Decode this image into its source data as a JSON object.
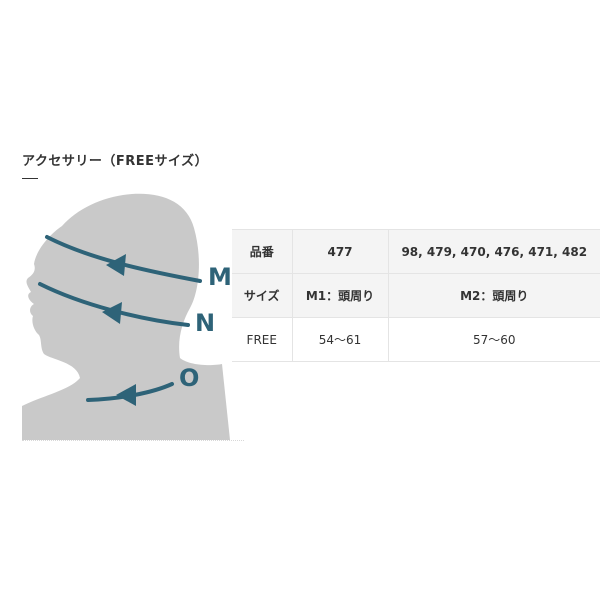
{
  "section": {
    "title": "アクセサリー（FREEサイズ）"
  },
  "figure": {
    "labels": {
      "m": "M",
      "n": "N",
      "o": "O"
    },
    "colors": {
      "head": "#c9c9c9",
      "arrow": "#2e6378",
      "label": "#2e6378"
    }
  },
  "table": {
    "header": {
      "label": "品番",
      "col1": "477",
      "col2": "98, 479, 470, 476, 471, 482"
    },
    "size_row": {
      "label": "サイズ",
      "col1": "M1：頭周り",
      "col2": "M2：頭周り"
    },
    "free_row": {
      "label": "FREE",
      "col1": "54～61",
      "col2": "57～60"
    }
  }
}
